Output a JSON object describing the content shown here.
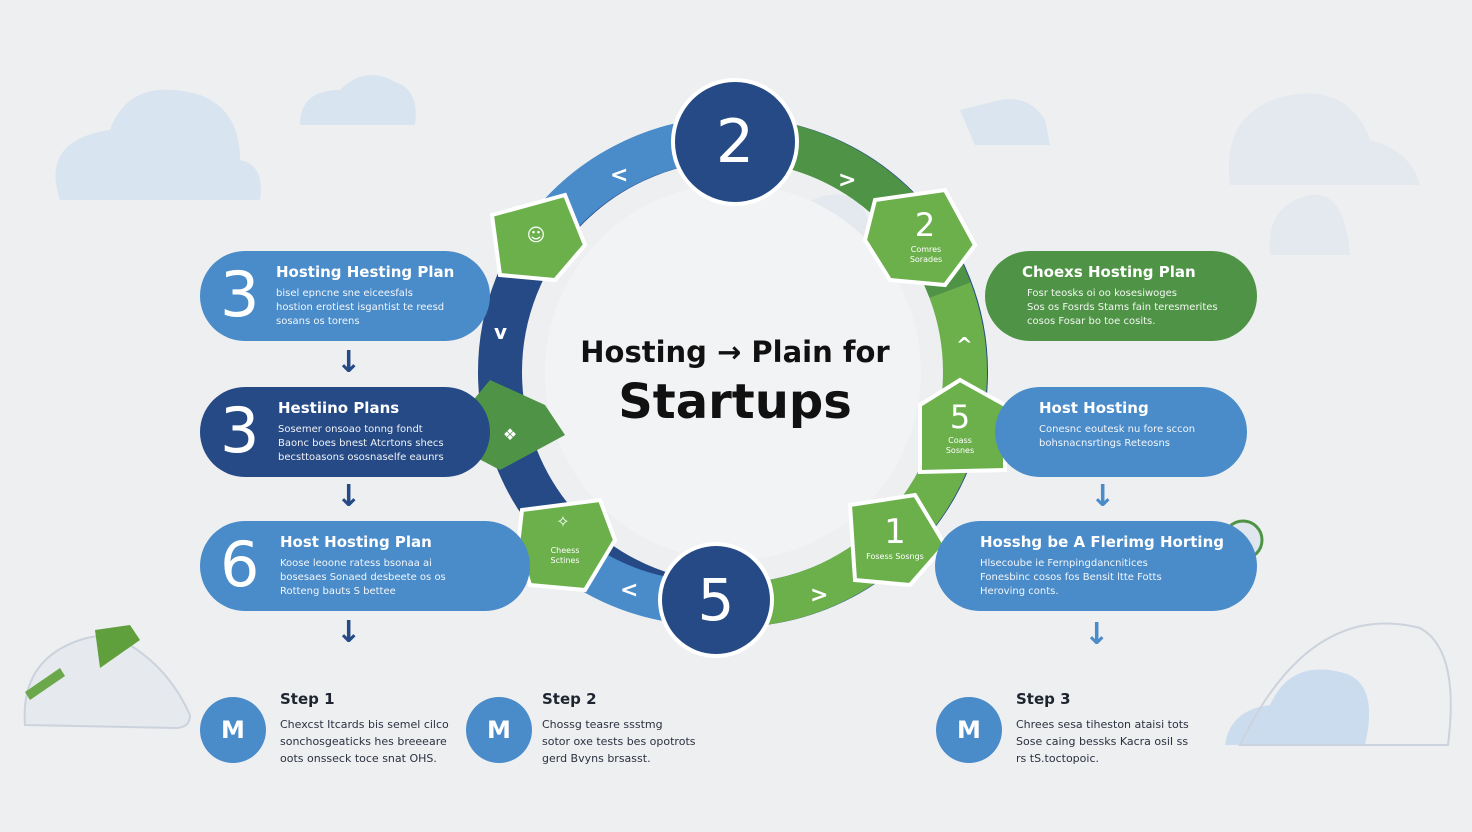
{
  "title": {
    "line1": "Hosting → Plain for",
    "line2": "Startups"
  },
  "ring": {
    "top_number": "2",
    "bottom_number": "5",
    "markers": [
      {
        "icon": "☺",
        "text": ""
      },
      {
        "icon": "❖",
        "text": ""
      },
      {
        "icon": "✧",
        "text": "Cheess Sctines"
      },
      {
        "icon": "2",
        "text": "Comres Sorades"
      },
      {
        "icon": "5",
        "text": "Coass Sosnes"
      },
      {
        "icon": "1",
        "text": "Fosess Sosngs"
      }
    ],
    "chevrons": [
      "<",
      ">",
      "v",
      "^",
      "<",
      ">"
    ]
  },
  "left_boxes": [
    {
      "number": "3",
      "title": "Hosting Hesting Plan",
      "lines": [
        "bisel epncne sne eiceesfals",
        "hostion erotiest isgantist te reesd",
        "sosans os torens"
      ]
    },
    {
      "number": "3",
      "title": "Hestiino Plans",
      "lines": [
        "Sosemer onsoao tonng fondt",
        "Baonc boes bnest Atcrtons shecs",
        "becsttoasons ososnaselfe eaunrs"
      ]
    },
    {
      "number": "6",
      "title": "Host Hosting Plan",
      "lines": [
        "Koose leoone ratess bsonaa ai",
        "bosesaes Sonaed desbeete os os",
        "Rotteng bauts  S bettee"
      ]
    }
  ],
  "right_boxes": [
    {
      "title": "Choexs Hosting Plan",
      "lines": [
        "Fosr teosks oi oo kosesiwoges",
        "Sos os Fosrds Stams fain teresmerites",
        "cosos Fosar bo toe cosits."
      ]
    },
    {
      "title": "Host Hosting",
      "lines": [
        "Conesnc eoutesk nu fore sccon",
        "bohsnacnsrtings Reteosns"
      ]
    },
    {
      "title": "Hosshg be A Flerimg Horting",
      "lines": [
        "Hlsecoube ie Fernpingdancnitices",
        "Fonesbinc cosos fos Bensit ltte Fotts",
        "Heroving  conts."
      ]
    }
  ],
  "steps": [
    {
      "icon": "M",
      "title": "Step 1",
      "lines": [
        "Chexcst Itcards bis semel cilco",
        "sonchosgeaticks hes breeeare",
        "oots onsseck toce snat OHS."
      ]
    },
    {
      "icon": "M",
      "title": "Step 2",
      "lines": [
        "Chossg teasre ssstmg",
        "sotor oxe tests bes opotrots",
        "gerd Bvyns brsasst."
      ]
    },
    {
      "icon": "M",
      "title": "Step 3",
      "lines": [
        "Chrees sesa tiheston ataisi tots",
        "Sose caing bessks Kacra osiI ss",
        "rs tS.toctopoic."
      ]
    }
  ],
  "colors": {
    "dark_blue": "#264a86",
    "mid_blue": "#4a8bc9",
    "green": "#4f9446",
    "light_green": "#6cb04c",
    "background": "#eeeff1"
  }
}
